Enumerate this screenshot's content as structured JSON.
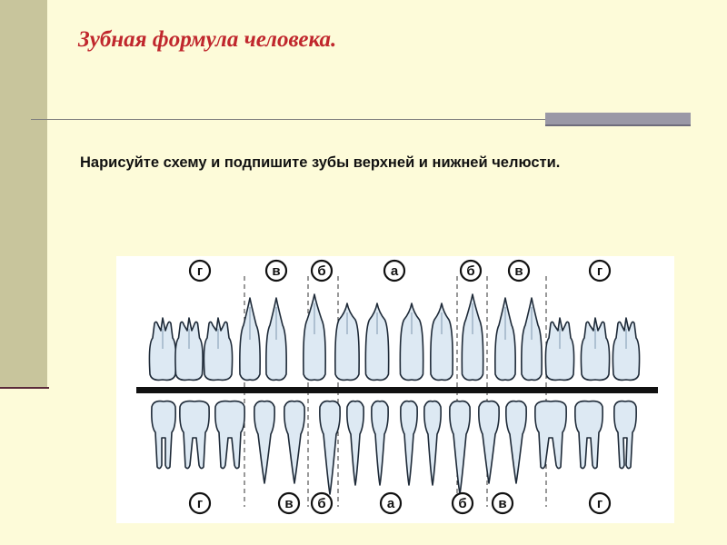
{
  "title": "Зубная формула человека.",
  "instruction": "Нарисуйте схему и подпишите зубы верхней и нижней челюсти.",
  "diagram": {
    "top_labels": [
      "г",
      "в",
      "б",
      "а",
      "б",
      "в",
      "г"
    ],
    "bottom_labels": [
      "г",
      "в",
      "б",
      "а",
      "б",
      "в",
      "г"
    ],
    "colors": {
      "background": "#FDFBD9",
      "sidebar": "#C8C59C",
      "title": "#C0272D",
      "tooth_fill": "#DDE9F3",
      "tooth_stroke": "#1E2A38"
    }
  }
}
